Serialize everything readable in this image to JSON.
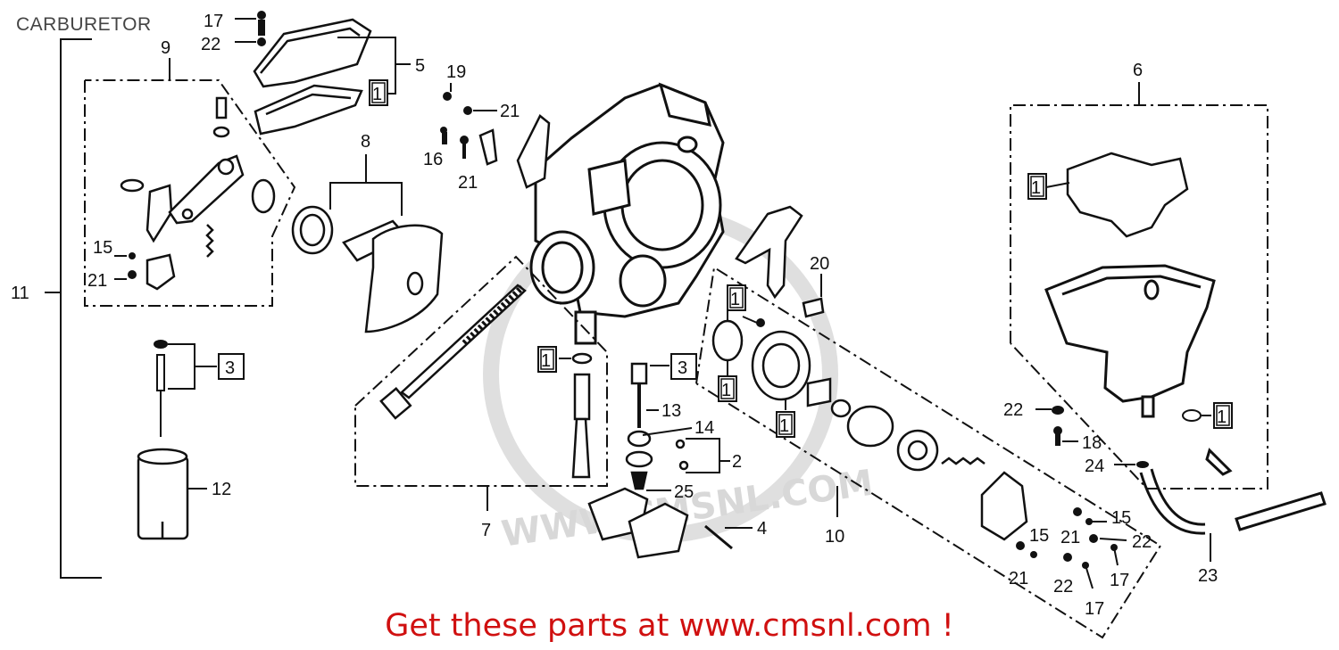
{
  "header": {
    "title": "CARBURETOR"
  },
  "footer": {
    "promo": "Get these parts at www.cmsnl.com !"
  },
  "watermark": {
    "text": "WWW.CMSNL.COM"
  },
  "colors": {
    "ink": "#111111",
    "footer": "#d01010",
    "watermark": "#d4d4d4"
  },
  "callouts": {
    "c1": "1",
    "c2": "2",
    "c3": "3",
    "c4": "4",
    "c5": "5",
    "c6": "6",
    "c7": "7",
    "c8": "8",
    "c9": "9",
    "c10": "10",
    "c11": "11",
    "c12": "12",
    "c13": "13",
    "c14": "14",
    "c15": "15",
    "c16": "16",
    "c17": "17",
    "c18": "18",
    "c19": "19",
    "c20": "20",
    "c21": "21",
    "c22": "22",
    "c23": "23",
    "c24": "24",
    "c25": "25"
  }
}
